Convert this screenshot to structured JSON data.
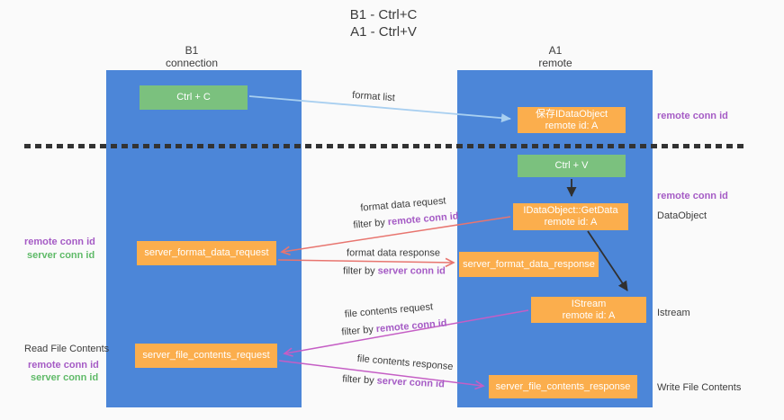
{
  "title": {
    "line1": "B1 - Ctrl+C",
    "line2": "A1 - Ctrl+V"
  },
  "columns": {
    "left": {
      "name": "B1",
      "role": "connection"
    },
    "right": {
      "name": "A1",
      "role": "remote"
    }
  },
  "boxes": {
    "ctrl_c": {
      "label": "Ctrl + C"
    },
    "ctrl_v": {
      "label": "Ctrl + V"
    },
    "save_dataobject": {
      "line1": "保存IDataObject",
      "line2": "remote id: A"
    },
    "getdata": {
      "line1": "IDataObject::GetData",
      "line2": "remote id: A"
    },
    "istream": {
      "line1": "IStream",
      "line2": "remote id: A"
    },
    "server_format_data_request": {
      "label": "server_format_data_request"
    },
    "server_format_data_response": {
      "label": "server_format_data_response"
    },
    "server_file_contents_request": {
      "label": "server_file_contents_request"
    },
    "server_file_contents_response": {
      "label": "server_file_contents_response"
    }
  },
  "labels": {
    "remote_conn_id": "remote conn id",
    "server_conn_id": "server conn id",
    "dataobject": "DataObject",
    "istream": "Istream",
    "read_file_contents": "Read File Contents",
    "write_file_contents": "Write File Contents",
    "filter_by": "filter by"
  },
  "arrows": {
    "format_list": "format list",
    "format_data_request": "format data request",
    "format_data_response": "format data response",
    "file_contents_request": "file contents request",
    "file_contents_response": "file contents response"
  },
  "colors": {
    "lifeline_blue": "#4c86d8",
    "box_green": "#7bc17e",
    "box_orange": "#fbae4d",
    "purple_text": "#a55bc5",
    "green_text": "#5fba68",
    "salmon_arrow": "#e8756f",
    "magenta_arrow": "#c55ec5",
    "lightblue_arrow": "#a8cff0",
    "black_arrow": "#303030"
  }
}
